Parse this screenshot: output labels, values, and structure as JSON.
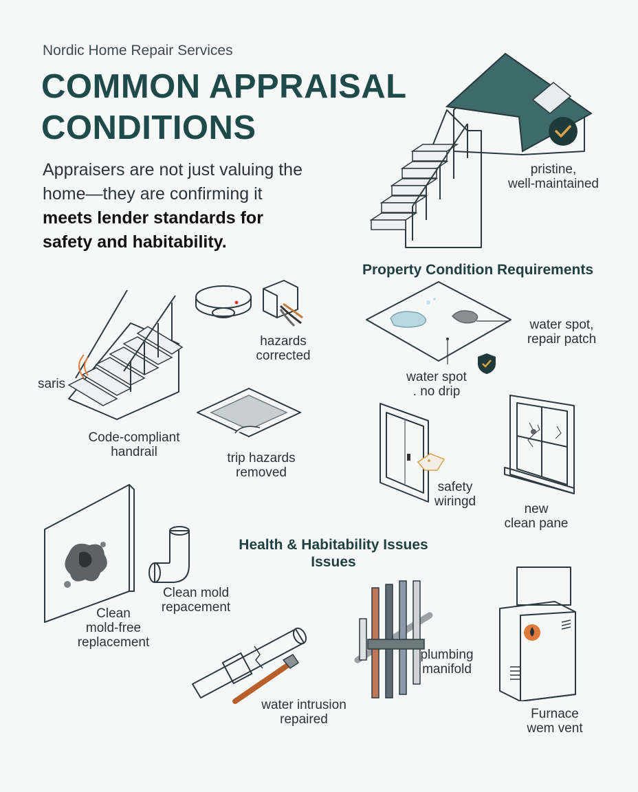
{
  "header": {
    "brand": "Nordic Home Repair Services",
    "title_line1": "COMMON APPRAISAL",
    "title_line2": "CONDITIONS",
    "intro_regular": "Appraisers are not just valuing the home—they are confirming it",
    "intro_bold": "meets lender standards for safety and habitability."
  },
  "sections": {
    "property": "Property Condition Requirements",
    "health_line1": "Health & Habitability Issues",
    "health_line2": "Issues"
  },
  "labels": {
    "pristine": "pristine,\nwell-maintained",
    "saris": "saris",
    "handrail": "Code-compliant\nhandrail",
    "hazards": "hazards\ncorrected",
    "trip": "trip hazards\nremoved",
    "water_patch": "water spot,\nrepair patch",
    "water_drip": "water spot\n. no drip",
    "safety": "safety\nwiringd",
    "pane": "new\nclean pane",
    "mold_wall": "Clean\nmold-free\nreplacement",
    "mold_duct": "Clean mold\nrepacement",
    "water_intrusion": "water intrusion\nrepaired",
    "plumbing": "plumbing\nmanifold",
    "furnace": "Furnace\nwem vent"
  },
  "colors": {
    "title": "#1e4a4a",
    "accent_dark": "#1f3f40",
    "roof": "#3f6a6c",
    "check_badge": "#1f3a3b",
    "check_mark": "#d9a24a",
    "handrail_accent": "#e07a3c"
  },
  "icons": {
    "house": "house-icon",
    "stairs": "staircase-icon",
    "smoke": "smoke-detector-icon",
    "junction": "junction-box-icon",
    "floor": "floor-panel-icon",
    "stain": "stained-ceiling-icon",
    "panel": "electrical-panel-icon",
    "window": "broken-window-icon",
    "mold": "mold-wall-icon",
    "duct": "duct-elbow-icon",
    "pipe": "pipe-wrench-icon",
    "manifold": "plumbing-manifold-icon",
    "furnace": "furnace-icon",
    "check": "check-badge-icon",
    "shield": "shield-check-icon"
  }
}
